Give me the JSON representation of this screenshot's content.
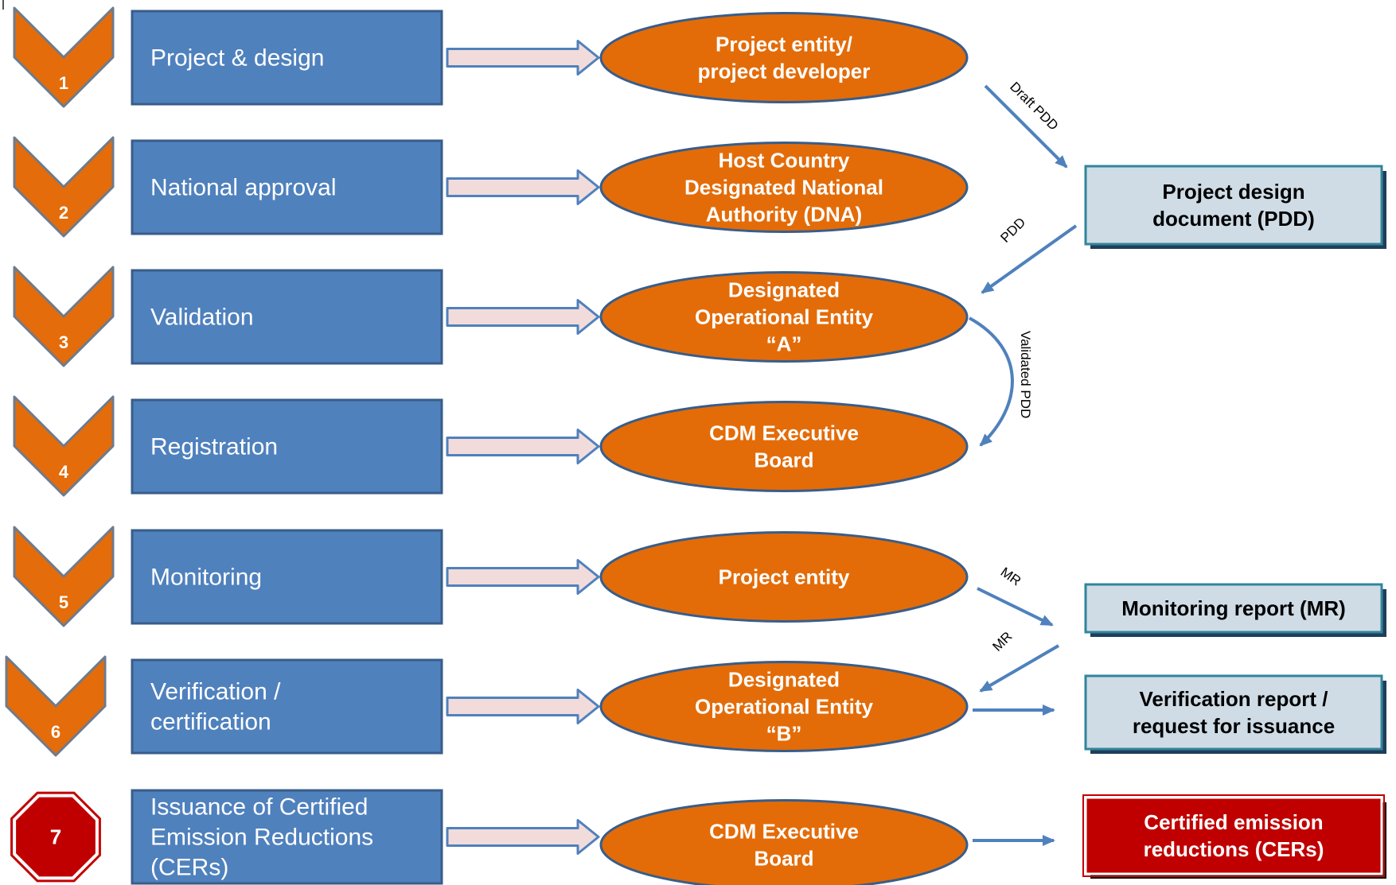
{
  "steps": [
    {
      "number": "1",
      "label": [
        "Project & design"
      ]
    },
    {
      "number": "2",
      "label": [
        "National approval"
      ]
    },
    {
      "number": "3",
      "label": [
        "Validation"
      ]
    },
    {
      "number": "4",
      "label": [
        "Registration"
      ]
    },
    {
      "number": "5",
      "label": [
        "Monitoring"
      ]
    },
    {
      "number": "6",
      "label": [
        "Verification /",
        "certification"
      ]
    },
    {
      "number": "7",
      "label": [
        "Issuance of Certified",
        "Emission Reductions",
        "(CERs)"
      ]
    }
  ],
  "entities": [
    {
      "lines": [
        "Project entity/",
        "project developer"
      ]
    },
    {
      "lines": [
        "Host Country",
        "Designated National",
        "Authority (DNA)"
      ]
    },
    {
      "lines": [
        "Designated",
        "Operational Entity",
        "“A”"
      ]
    },
    {
      "lines": [
        "CDM Executive",
        "Board"
      ]
    },
    {
      "lines": [
        "Project entity"
      ]
    },
    {
      "lines": [
        "Designated",
        "Operational Entity",
        "“B”"
      ]
    },
    {
      "lines": [
        "CDM Executive",
        "Board"
      ]
    }
  ],
  "documents": {
    "pdd": [
      "Project design",
      "document (PDD)"
    ],
    "mr": [
      "Monitoring report (MR)"
    ],
    "verification": [
      "Verification report /",
      "request for issuance"
    ],
    "cers": [
      "Certified emission",
      "reductions (CERs)"
    ]
  },
  "flow_labels": {
    "draft_pdd": "Draft PDD",
    "pdd": "PDD",
    "validated_pdd": "Validated PDD",
    "mr_out": "MR",
    "mr_in": "MR"
  },
  "colors": {
    "step_box": "#4f81bd",
    "step_box_border": "#385d8a",
    "chevron": "#e46c0a",
    "chevron_border": "#6d7b8d",
    "ellipse": "#e36c09",
    "ellipse_border": "#385d8a",
    "doc_fill": "#cfdce6",
    "doc_border": "#31859c",
    "cer_fill": "#c00000",
    "connector": "#4f81bd",
    "block_arrow_fill": "#f2dcdb",
    "block_arrow_border": "#4f81bd"
  }
}
